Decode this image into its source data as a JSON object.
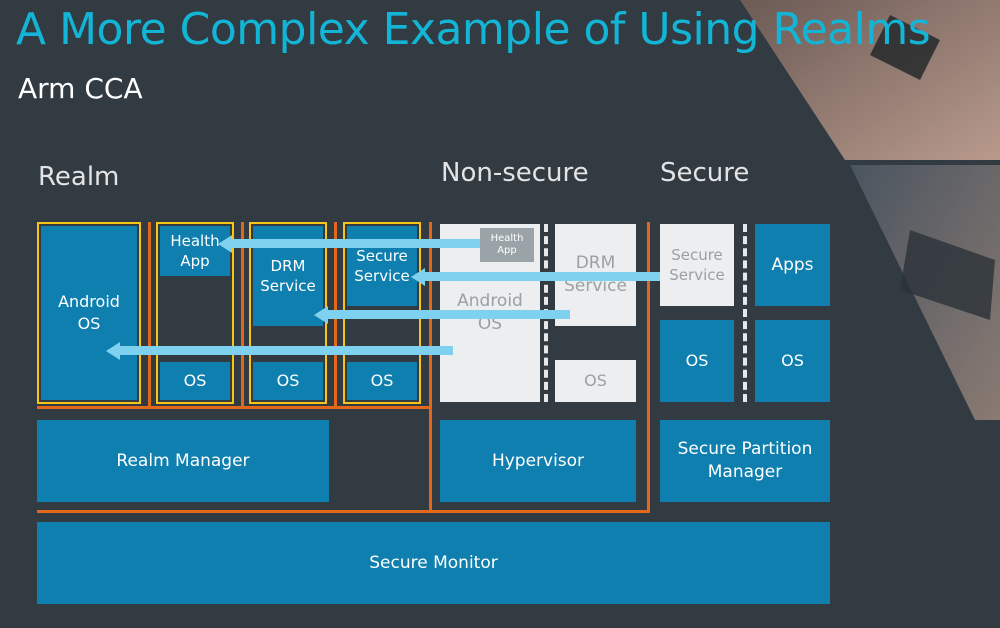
{
  "title": "A More Complex Example of Using Realms",
  "subtitle": "Arm CCA",
  "sections": {
    "realm": "Realm",
    "nonsecure": "Non-secure",
    "secure": "Secure"
  },
  "realm": {
    "android_os": "Android OS",
    "health_app": "Health App",
    "drm_service": "DRM Service",
    "secure_service": "Secure Service",
    "os": "OS",
    "realm_manager": "Realm Manager"
  },
  "nonsecure": {
    "health_app": "Health App",
    "android_os": "Android OS",
    "drm_service": "DRM Service",
    "os": "OS",
    "hypervisor": "Hypervisor"
  },
  "secure": {
    "secure_service": "Secure Service",
    "apps": "Apps",
    "os": "OS",
    "spm": "Secure Partition Manager"
  },
  "secure_monitor": "Secure Monitor",
  "colors": {
    "accent": "#12b5d6",
    "box": "#0e7fae",
    "frame": "#f5c518",
    "line": "#e2681a",
    "arrow": "#7fd2ef"
  },
  "icons": [
    "photo-decoration"
  ]
}
